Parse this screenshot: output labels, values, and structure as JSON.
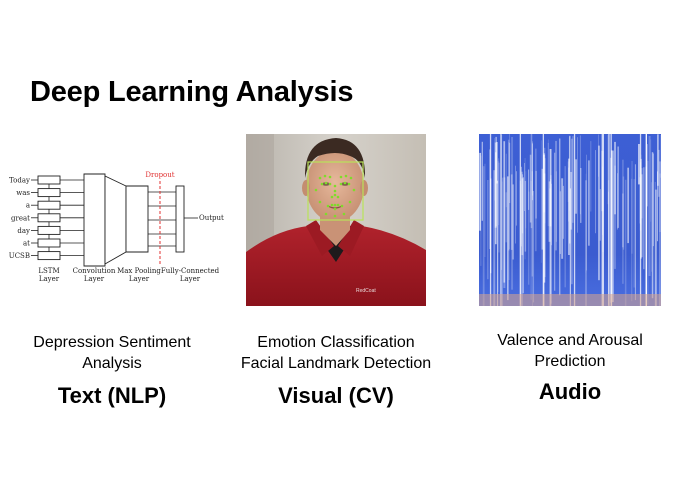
{
  "slide": {
    "title": "Deep Learning Analysis"
  },
  "text_panel": {
    "diagram": {
      "words": [
        "Today",
        "was",
        "a",
        "great",
        "day",
        "at",
        "UCSB"
      ],
      "dropout_label": "Dropout",
      "output_label": "Output",
      "layer_labels": {
        "lstm": [
          "LSTM",
          "Layer"
        ],
        "conv": [
          "Convolution",
          "Layer"
        ],
        "pool": [
          "Max Pooling",
          "Layer"
        ],
        "fc": [
          "Fully-Connected",
          "Layer"
        ]
      },
      "dropout_color": "#e03030"
    },
    "caption_line1": "Depression Sentiment",
    "caption_line2": "Analysis",
    "modality": "Text (NLP)"
  },
  "visual_panel": {
    "photo_icon": "face-photo-with-landmarks",
    "landmark_color": "#7fdc2a",
    "caption_line1": "Emotion Classification",
    "caption_line2": "Facial Landmark Detection",
    "modality": "Visual (CV)"
  },
  "audio_panel": {
    "spectrogram_color": "#3355cc",
    "caption_line1": "Valence and Arousal",
    "caption_line2": "Prediction",
    "modality": "Audio"
  }
}
